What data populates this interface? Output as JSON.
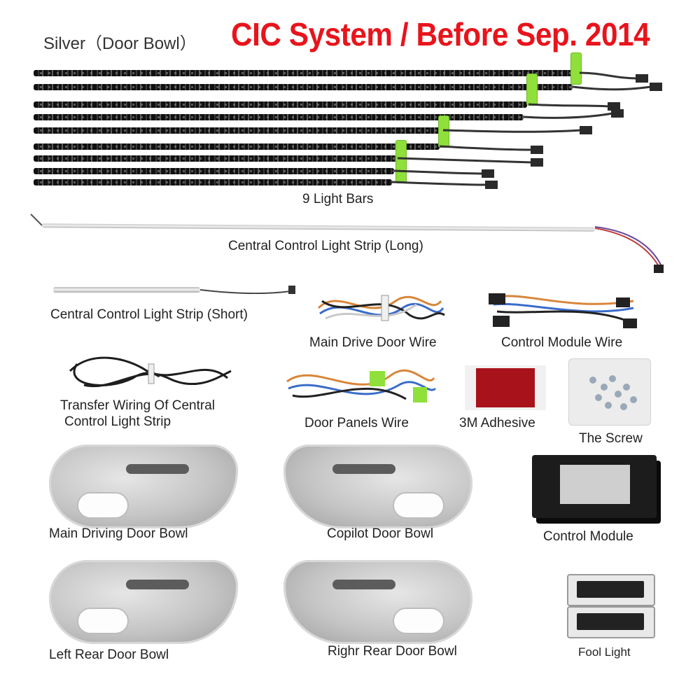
{
  "header": {
    "subtitle": "Silver（Door Bowl）",
    "title": "CIC System / Before Sep. 2014",
    "title_color": "#e8141c"
  },
  "items": {
    "light_bars": "9 Light Bars",
    "strip_long": "Central Control Light Strip (Long)",
    "strip_short": "Central Control Light Strip (Short)",
    "main_drive_wire": "Main Drive Door Wire",
    "control_module_wire": "Control Module Wire",
    "transfer_wiring_line1": "Transfer Wiring Of Central",
    "transfer_wiring_line2": "Control Light Strip",
    "door_panels_wire": "Door Panels Wire",
    "adhesive": "3M Adhesive",
    "screw": "The Screw",
    "main_driving_bowl": "Main Driving Door Bowl",
    "copilot_bowl": "Copilot Door Bowl",
    "control_module": "Control Module",
    "left_rear_bowl": "Left Rear Door Bowl",
    "right_rear_bowl": "Righr Rear Door Bowl",
    "foot_light": "Fool Light"
  }
}
